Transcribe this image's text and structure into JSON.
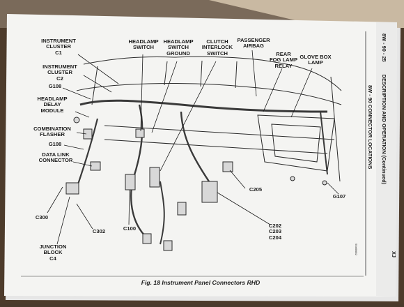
{
  "header": {
    "section": "8W - 90 - 25",
    "title": "DESCRIPTION AND OPERATION (Continued)",
    "subtitle": "8W - 90 CONNECTOR LOCATIONS",
    "model": "XJ"
  },
  "figure": {
    "caption": "Fig. 18 Instrument Panel Connectors RHD",
    "code": "90a6fd82"
  },
  "labels": {
    "instrument_cluster_c1": [
      "INSTRUMENT",
      "CLUSTER",
      "C1"
    ],
    "instrument_cluster_c2": [
      "INSTRUMENT",
      "CLUSTER",
      "C2"
    ],
    "g108_top": "G108",
    "headlamp_delay_module": [
      "HEADLAMP",
      "DELAY",
      "MODULE"
    ],
    "combination_flasher": [
      "COMBINATION",
      "FLASHER"
    ],
    "g108_bottom": "G108",
    "data_link_connector": [
      "DATA LINK",
      "CONNECTOR"
    ],
    "c300": "C300",
    "c302": "C302",
    "c100": "C100",
    "junction_block": [
      "JUNCTION",
      "BLOCK",
      "C4"
    ],
    "headlamp_switch": [
      "HEADLAMP",
      "SWITCH"
    ],
    "headlamp_switch_ground": [
      "HEADLAMP",
      "SWITCH",
      "GROUND"
    ],
    "clutch_interlock_switch": [
      "CLUTCH",
      "INTERLOCK",
      "SWITCH"
    ],
    "passenger_airbag": [
      "PASSENGER",
      "AIRBAG"
    ],
    "rear_fog_lamp_relay": [
      "REAR",
      "FOG LAMP",
      "RELAY"
    ],
    "glove_box_lamp": [
      "GLOVE BOX",
      "LAMP"
    ],
    "c205": "C205",
    "c202_c203_c204": [
      "C202",
      "C203",
      "C204"
    ],
    "g107": "G107"
  }
}
